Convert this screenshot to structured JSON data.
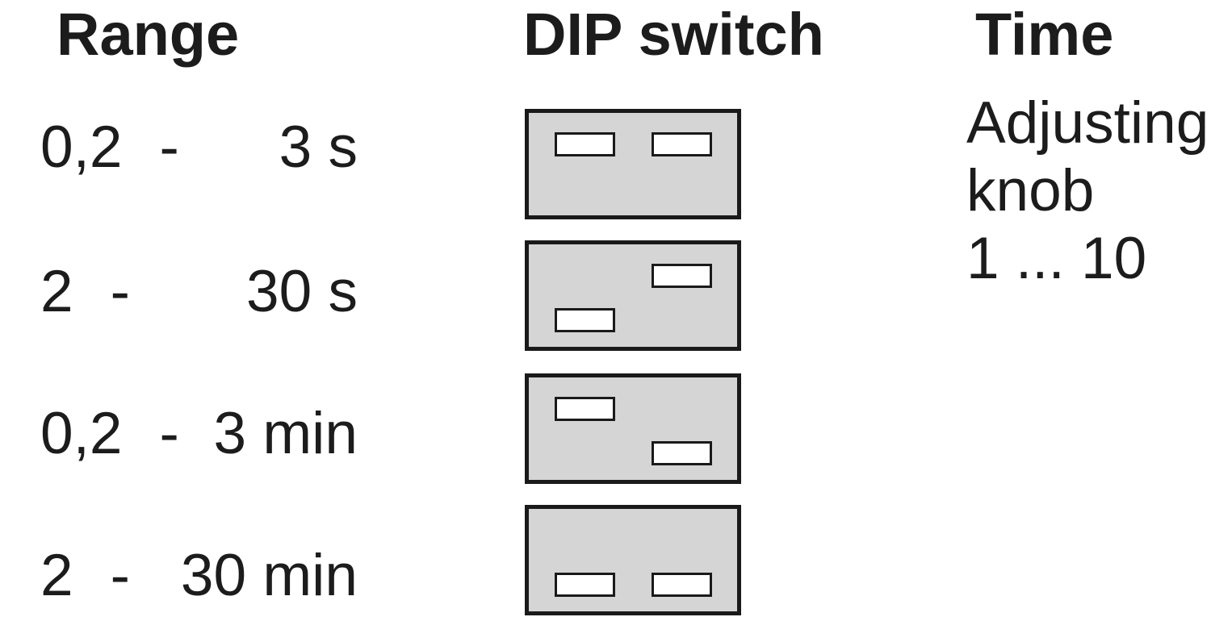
{
  "headers": {
    "range": "Range",
    "dip_switch": "DIP switch",
    "time": "Time"
  },
  "rows": [
    {
      "min": "0,2",
      "dash": "-",
      "max": "3 s",
      "switches": [
        "up",
        "up"
      ]
    },
    {
      "min": "2",
      "dash": "-",
      "max": "30 s",
      "switches": [
        "down",
        "up"
      ]
    },
    {
      "min": "0,2",
      "dash": "-",
      "max": "3 min",
      "switches": [
        "up",
        "down"
      ]
    },
    {
      "min": "2",
      "dash": "-",
      "max": "30 min",
      "switches": [
        "down",
        "down"
      ]
    }
  ],
  "time_note": {
    "line1": "Adjusting",
    "line2": "knob",
    "line3": "1 ... 10"
  },
  "colors": {
    "text": "#1c1c1c",
    "switch_body": "#d5d5d5",
    "switch_border": "#1a1a1a",
    "switch_lever": "#ffffff",
    "background": "#ffffff"
  }
}
